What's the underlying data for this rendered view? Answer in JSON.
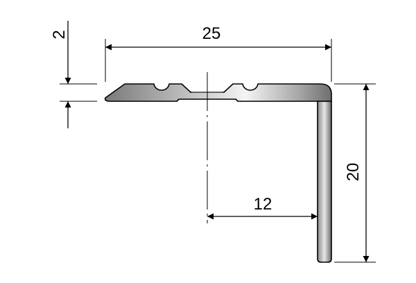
{
  "drawing": {
    "dimensions": {
      "overall_width": "25",
      "leg_height": "20",
      "tread_thickness": "2",
      "centerline_offset": "12"
    },
    "colors": {
      "line": "#000000",
      "profile_light": "#f2f2f2",
      "profile_mid": "#b9b9b9",
      "profile_dark": "#6e6e6e",
      "background": "#ffffff"
    }
  }
}
